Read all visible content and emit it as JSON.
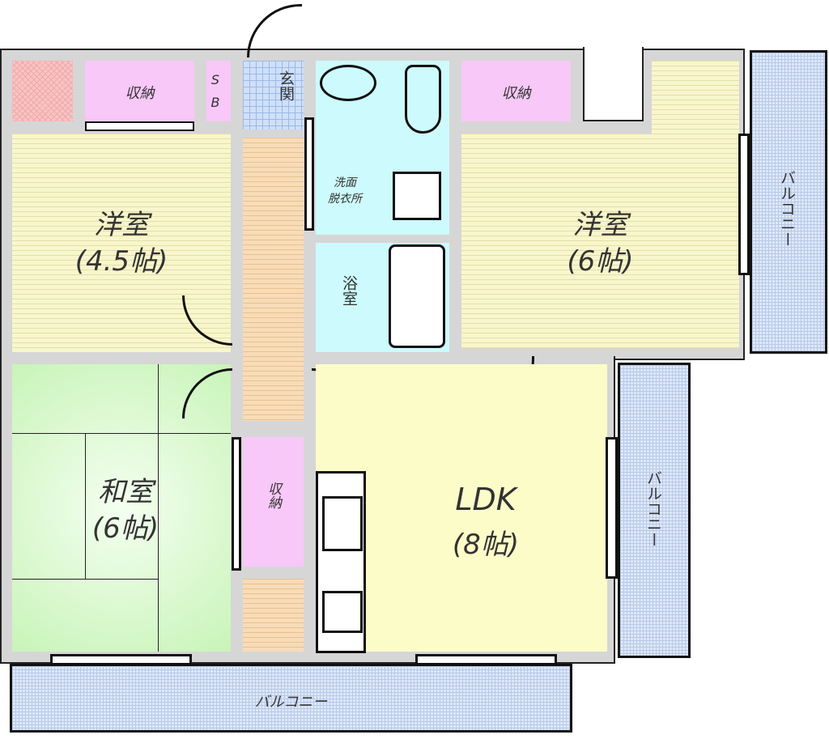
{
  "rooms": {
    "western_45": {
      "name": "洋室",
      "size": "(4.5帖)"
    },
    "western_6": {
      "name": "洋室",
      "size": "(6帖)"
    },
    "japanese": {
      "name": "和室",
      "size": "(6帖)"
    },
    "ldk": {
      "name": "LDK",
      "size": "(8帖)"
    },
    "storage_top_left": "収納",
    "storage_top_right": "収納",
    "storage_mid": "収納",
    "shoe_box": "SB",
    "entrance": "玄関",
    "washroom": "洗面\n脱衣所",
    "bathroom": "浴室",
    "balcony_right_top": "バルコニー",
    "balcony_right_mid": "バルコニー",
    "balcony_bottom": "バルコニー"
  },
  "colors": {
    "wall": "#d6d6d6",
    "western": "#f8f6cc",
    "storage": "#f8c8f8",
    "wet": "#cdfafc",
    "ldk": "#fcfcc8",
    "japanese": "#d8f8c8",
    "hall": "#f8dcb8"
  }
}
